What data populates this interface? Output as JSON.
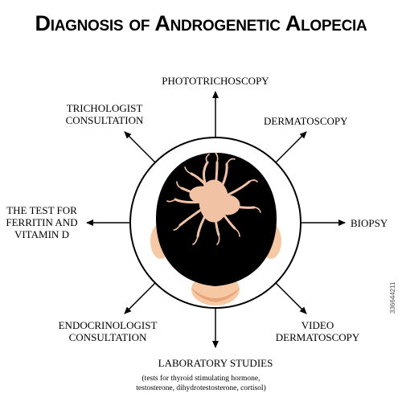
{
  "title": "Diagnosis of Androgenetic Alopecia",
  "nodes": {
    "top": "PHOTOTRICHOSCOPY",
    "top_right": "DERMATOSCOPY",
    "right": "BIOPSY",
    "bottom_right": [
      "VIDEO",
      "DERMATOSCOPY"
    ],
    "bottom": "LABORATORY STUDIES",
    "bottom_left": [
      "ENDOCRINOLOGIST",
      "CONSULTATION"
    ],
    "left": [
      "THE TEST FOR",
      "FERRITIN AND",
      "VITAMIN D"
    ],
    "top_left": [
      "TRICHOLOGIST",
      "CONSULTATION"
    ]
  },
  "lab_note": [
    "(tests for thyroid stimulating hormone,",
    "testosterone, dihydrotestosterone, cortisol)"
  ],
  "stock_id": "336644211",
  "colors": {
    "hair": "#000000",
    "skin": "#f6c9a4",
    "skin_shadow": "#e8a57a",
    "scalp_pattern": "#f1c2a4",
    "ring": "#000000"
  }
}
